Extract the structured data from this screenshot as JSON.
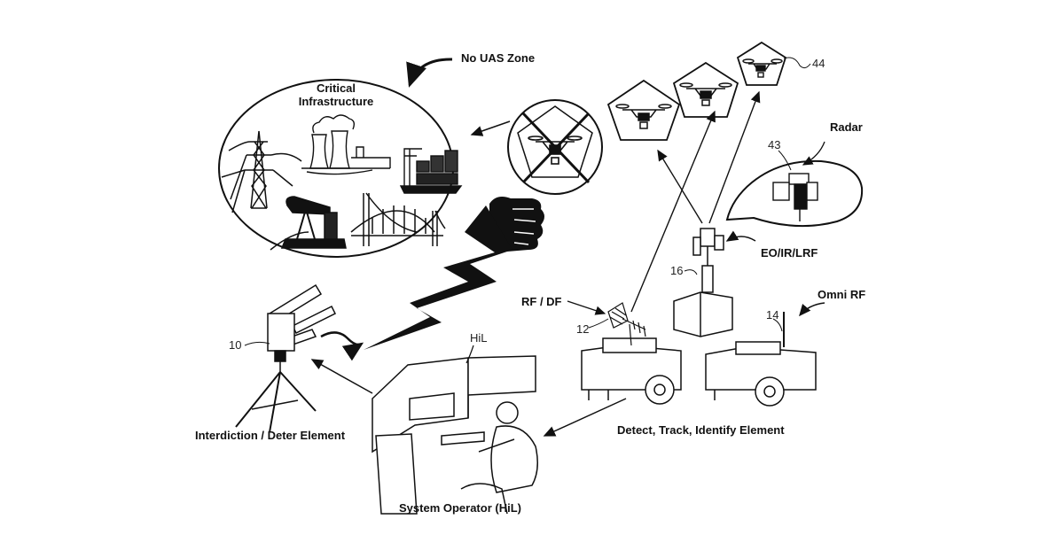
{
  "labels": {
    "no_uas_zone": "No UAS Zone",
    "critical_infrastructure_line1": "Critical",
    "critical_infrastructure_line2": "Infrastructure",
    "radar": "Radar",
    "eo_ir_lrf": "EO/IR/LRF",
    "omni_rf": "Omni RF",
    "rf_df": "RF / DF",
    "hil": "HiL",
    "interdiction": "Interdiction / Deter Element",
    "detect_track": "Detect, Track, Identify Element",
    "system_operator": "System Operator (HiL)"
  },
  "reference_numerals": {
    "drone": "44",
    "radar": "43",
    "camera_mast": "16",
    "omni_antenna": "14",
    "df_antenna": "12",
    "interdiction_device": "10"
  },
  "colors": {
    "ink": "#111111",
    "background": "#ffffff"
  }
}
